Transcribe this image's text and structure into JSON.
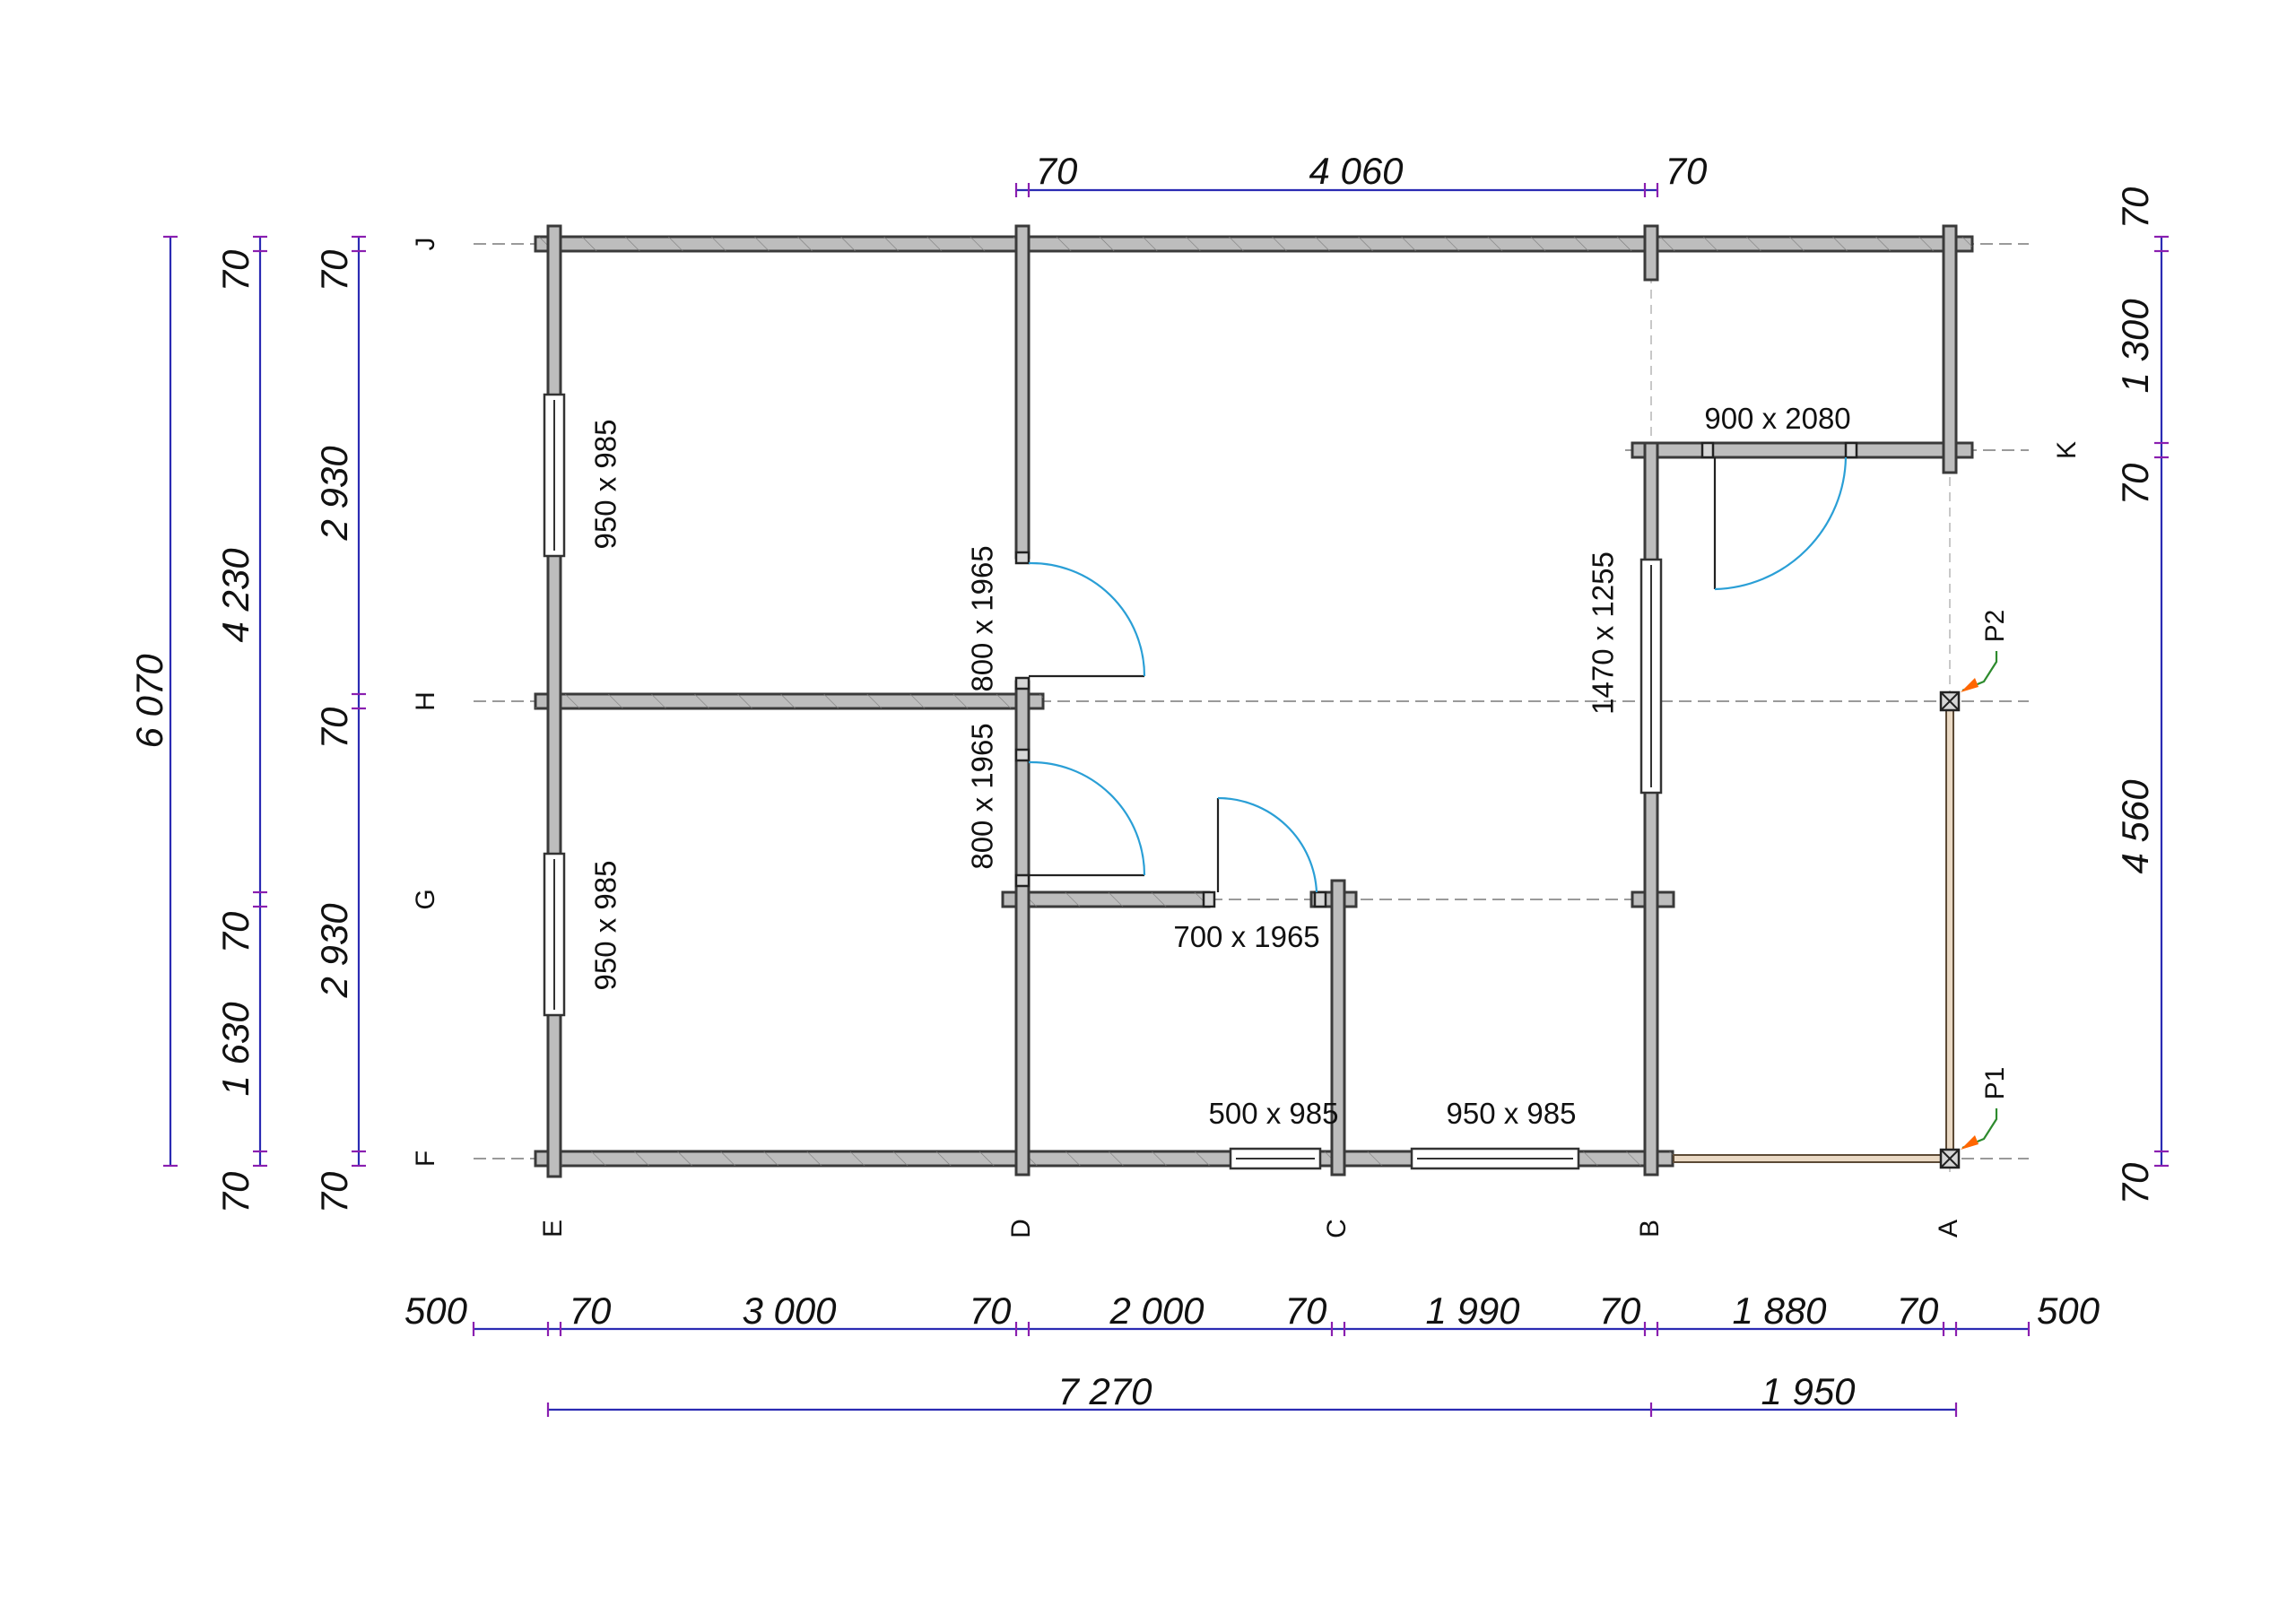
{
  "plan": {
    "axes_vertical": [
      "E",
      "D",
      "C",
      "B",
      "A"
    ],
    "axes_horizontal": [
      "J",
      "K",
      "H",
      "G",
      "F"
    ],
    "dims_top": [
      "70",
      "4 060",
      "70"
    ],
    "dims_bottom_row1": [
      "500",
      "70",
      "3 000",
      "70",
      "2 000",
      "70",
      "1 990",
      "70",
      "1 880",
      "70",
      "500"
    ],
    "dims_bottom_row2": [
      "7 270",
      "1 950"
    ],
    "dims_left_total": "6 070",
    "dims_left_col2": [
      "70",
      "4 230",
      "70",
      "1 630",
      "70"
    ],
    "dims_left_col3": [
      "70",
      "2 930",
      "70",
      "2 930",
      "70"
    ],
    "dims_right": [
      "70",
      "1 300",
      "70",
      "4 560",
      "70"
    ],
    "windows": {
      "west_upper": "950 x 985",
      "west_lower": "950 x 985",
      "south_small": "500 x 985",
      "south_large": "950 x 985",
      "east_inner": "1470 x 1255"
    },
    "doors": {
      "d_upper": "800 x 1965",
      "d_lower": "800 x 1965",
      "interior": "700 x 1965",
      "entry": "900 x 2080"
    },
    "posts": [
      "P2",
      "P1"
    ],
    "colors": {
      "dimension": "#2b2bb3",
      "tick": "#8a1fb0",
      "door_swing": "#2a9fd6",
      "post_leader": "#2e8b2e",
      "post_arrow": "#ff6600"
    }
  }
}
